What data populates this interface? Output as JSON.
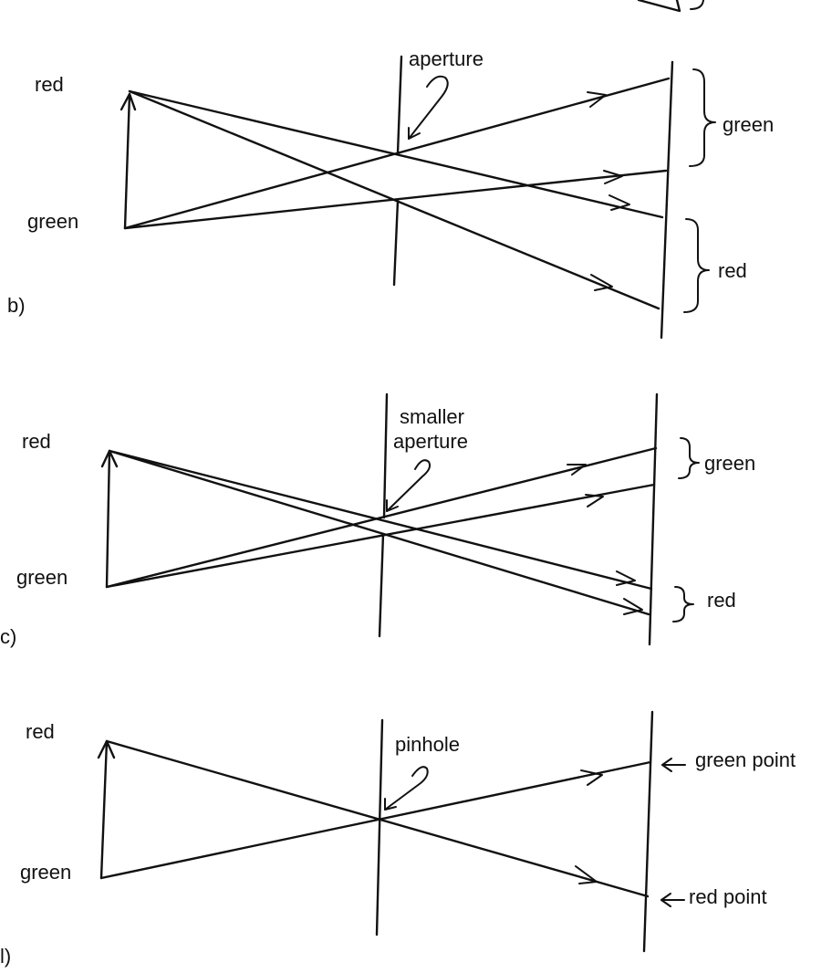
{
  "panels": [
    {
      "id": "b",
      "panel_label": "b)",
      "object_top_label": "red",
      "object_bottom_label": "green",
      "aperture_label_lines": [
        "aperture"
      ],
      "screen_label_top": "green",
      "screen_label_bottom": "red"
    },
    {
      "id": "c",
      "panel_label": "c)",
      "object_top_label": "red",
      "object_bottom_label": "green",
      "aperture_label_lines": [
        "smaller",
        "aperture"
      ],
      "screen_label_top": "green",
      "screen_label_bottom": "red"
    },
    {
      "id": "d",
      "panel_label": "l)",
      "object_top_label": "red",
      "object_bottom_label": "green",
      "aperture_label_lines": [
        "pinhole"
      ],
      "screen_label_top": "green point",
      "screen_label_bottom": "red point"
    }
  ]
}
